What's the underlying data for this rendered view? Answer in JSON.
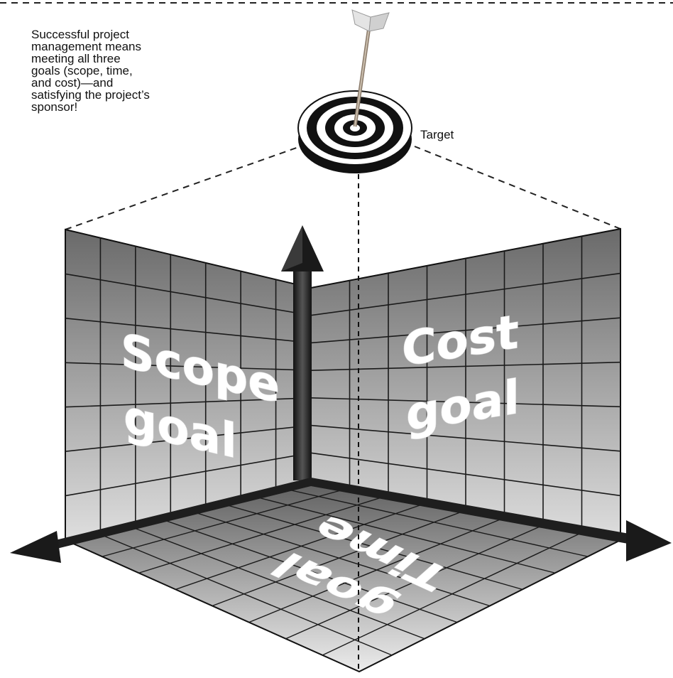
{
  "caption": "Successful project\nmanagement means\nmeeting all three\ngoals (scope, time,\nand cost)—and\nsatisfying the project’s\nsponsor!",
  "target_label": "Target",
  "goals": {
    "scope": {
      "line1": "Scope",
      "line2": "goal"
    },
    "cost": {
      "line1": "Cost",
      "line2": "goal"
    },
    "time": {
      "line1": "Time",
      "line2": "goal"
    }
  },
  "colors": {
    "wall_top": "#6f6f6f",
    "wall_bottom": "#dcdcdc",
    "floor_back": "#6a6a6a",
    "floor_front": "#e6e6e6",
    "arrow": "#1e1e1e",
    "grid": "#1a1a1a"
  }
}
